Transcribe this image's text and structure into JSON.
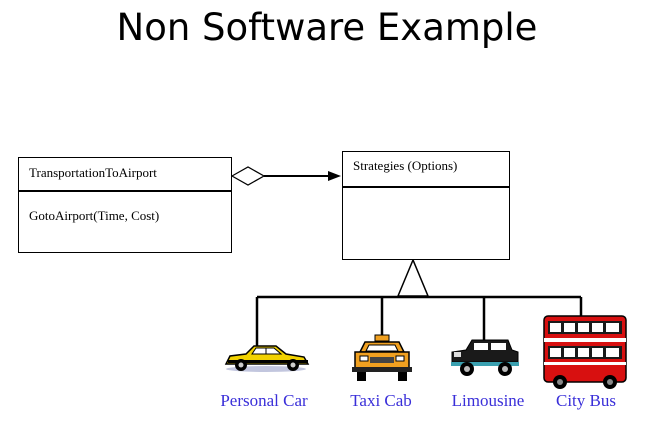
{
  "title": "Non Software Example",
  "context_class": {
    "name": "TransportationToAirport",
    "method": "GotoAirport(Time, Cost)"
  },
  "strategy_class": {
    "name": "Strategies (Options)"
  },
  "options": [
    {
      "label": "Personal Car",
      "icon": "car-icon"
    },
    {
      "label": "Taxi Cab",
      "icon": "taxi-icon"
    },
    {
      "label": "Limousine",
      "icon": "limousine-icon"
    },
    {
      "label": "City Bus",
      "icon": "bus-icon"
    }
  ],
  "colors": {
    "label": "#3a2fd9",
    "taxi": "#f0a020",
    "bus": "#d81010",
    "car": "#f2d200"
  }
}
